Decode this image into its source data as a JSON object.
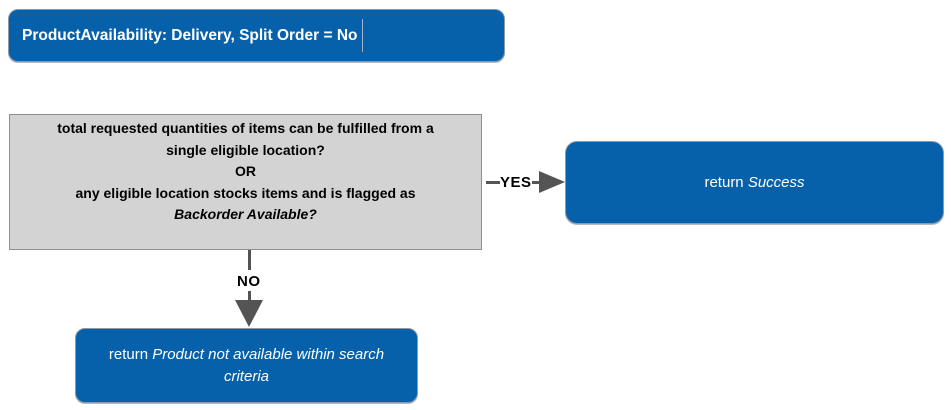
{
  "title": {
    "label": "ProductAvailability: Delivery, Split Order = No"
  },
  "decision": {
    "lines": [
      "total requested quantities of items can be fulfilled from a",
      "single eligible location?",
      "OR",
      "any eligible location stocks items and is flagged as",
      "Backorder Available?"
    ]
  },
  "edges": {
    "yes_label": "YES",
    "no_label": "NO"
  },
  "nodes": {
    "success": {
      "prefix": "return",
      "result": "Success"
    },
    "not_available": {
      "prefix": "return",
      "result_line1": "Product not available within search",
      "result_line2": "criteria"
    }
  },
  "colors": {
    "node_blue": "#0761aa",
    "node_border": "#8d99a4",
    "decision_fill": "#d3d3d3",
    "decision_border": "#8f8f8f",
    "arrow_gray": "#545454",
    "node_text": "#ffffff",
    "decision_text": "#000000"
  }
}
